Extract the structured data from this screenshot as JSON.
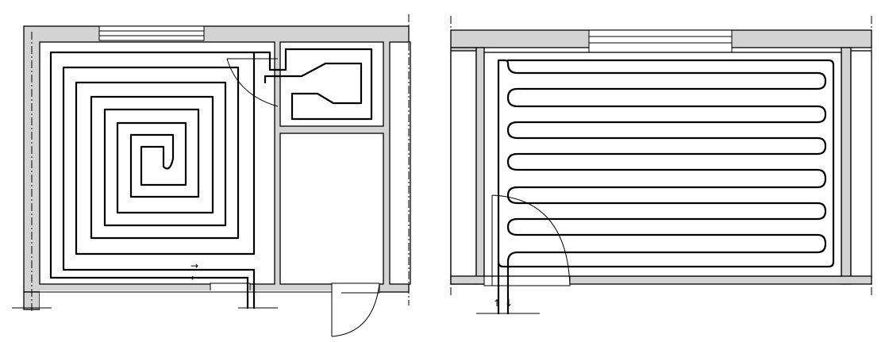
{
  "diagrams": [
    {
      "id": "spiral",
      "pattern": "spiral",
      "supply_arrow": "→",
      "return_arrow": "←"
    },
    {
      "id": "serpentine",
      "pattern": "serpentine",
      "rows": 7,
      "arrows": [
        "↑",
        "↓"
      ]
    }
  ],
  "colors": {
    "wall_fill": "#d3d3d3",
    "line": "#000000",
    "background": "#ffffff"
  }
}
